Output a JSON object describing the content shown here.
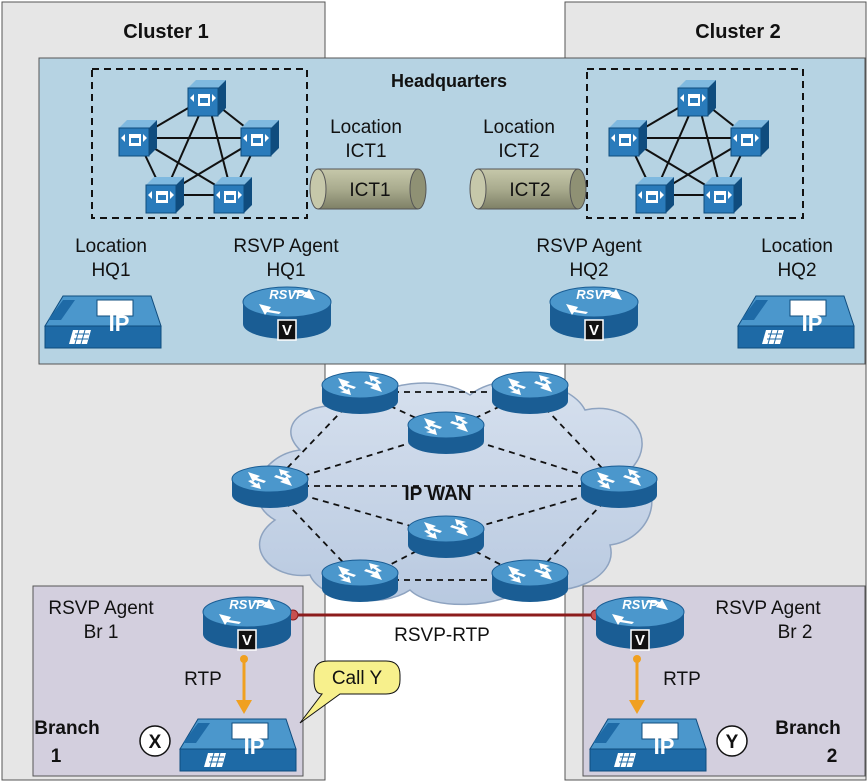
{
  "clusters": {
    "cluster1": "Cluster 1",
    "cluster2": "Cluster 2"
  },
  "headquarters": {
    "title": "Headquarters",
    "ict1_location": [
      "Location",
      "ICT1"
    ],
    "ict2_location": [
      "Location",
      "ICT2"
    ],
    "trunk1": "ICT1",
    "trunk2": "ICT2",
    "location_hq1": [
      "Location",
      "HQ1"
    ],
    "location_hq2": [
      "Location",
      "HQ2"
    ],
    "rsvp_agent_hq1": [
      "RSVP Agent",
      "HQ1"
    ],
    "rsvp_agent_hq2": [
      "RSVP Agent",
      "HQ2"
    ]
  },
  "wan": {
    "label": "IP WAN"
  },
  "branch1": {
    "agent": [
      "RSVP Agent",
      "Br 1"
    ],
    "rtp": "RTP",
    "name": [
      "Branch",
      "1"
    ],
    "endpoint": "X",
    "callout": "Call Y"
  },
  "branch2": {
    "agent": [
      "RSVP Agent",
      "Br 2"
    ],
    "rtp": "RTP",
    "name": [
      "Branch",
      "2"
    ],
    "endpoint": "Y"
  },
  "link_label": "RSVP-RTP",
  "icon_text": {
    "ip": "IP",
    "rsvp": "RSVP",
    "v": "V"
  },
  "colors": {
    "cluster_bg": "#e6e6e6",
    "hq_bg": "#b6d3e3",
    "branch_bg": "#d3cfde",
    "device_blue": "#1e6aa6",
    "device_light": "#4b97cc",
    "trunk": "#a9ab8e",
    "rsvp_link": "#8c1c1c",
    "rtp_arrow": "#f0a020",
    "callout": "#f7f08c",
    "cloud": "#c4d3e6"
  }
}
